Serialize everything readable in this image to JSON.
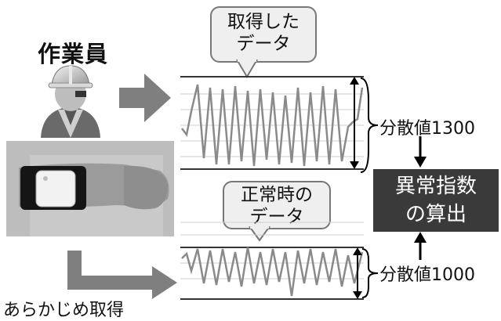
{
  "worker": {
    "title": "作業員"
  },
  "acquired": {
    "line1": "取得した",
    "line2": "データ"
  },
  "normal": {
    "line1": "正常時の",
    "line2": "データ"
  },
  "variance": {
    "acquired": "分散値1300",
    "normal": "分散値1000"
  },
  "anomaly_box": {
    "line1": "異常指数",
    "line2": "の算出"
  },
  "prior_label": "あらかじめ取得",
  "colors": {
    "arrow": "#7f7f7f",
    "signal": "#8a8a8a",
    "box": "#3a3a3a",
    "bubble": "#efefef"
  },
  "icons": [
    "worker-icon",
    "wearable-device-photo"
  ]
}
